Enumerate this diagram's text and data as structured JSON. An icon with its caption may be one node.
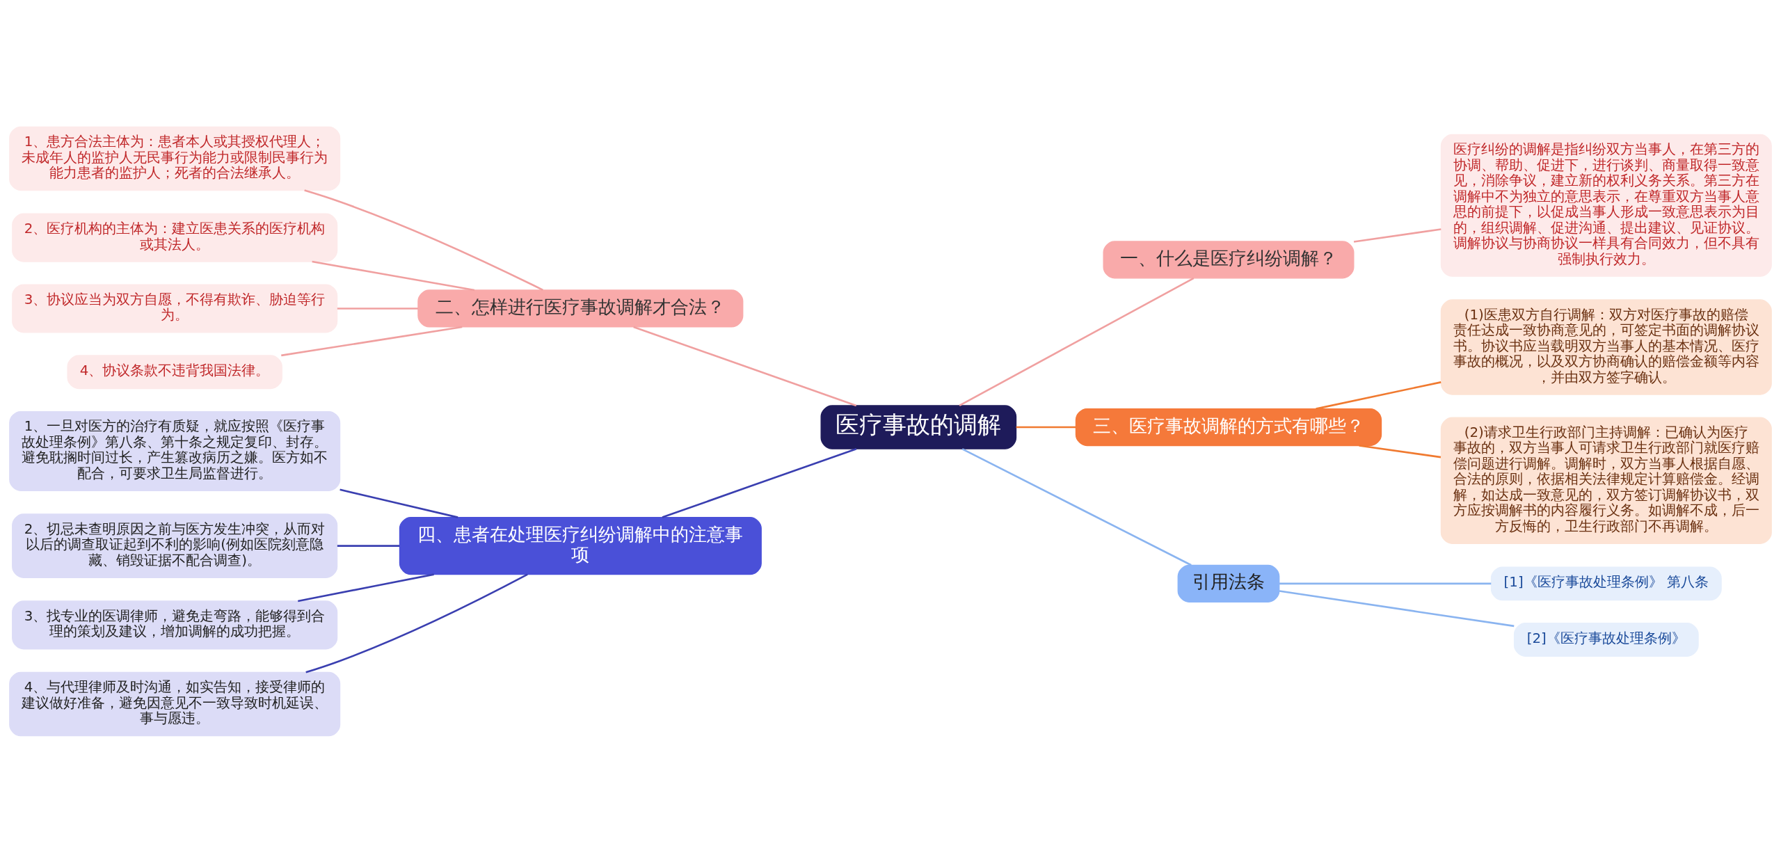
{
  "diagram": {
    "nodes": [
      {
        "text": [
          "医疗事故的调解"
        ]
      },
      {
        "text": [
          "一、什么是医疗纠纷调解？"
        ]
      },
      {
        "text": [
          "医疗纠纷的调解是指纠纷双方当事人，在第三方的协调、帮助、促进下，进行谈判、商量取得一致意见，消除争议，建立新的权利义务关系。第三方在调解中不为独立的意思表示，在尊重双方当事人意思的前提下，以促成当事人形成一致意思表示为目的，组织调解、促进沟通、提出建议、见证协议。调解协议与协商协议一样具有合同效力，但不具有强制执行效力。"
        ]
      },
      {
        "text": [
          "二、怎样进行医疗事故调解才合法？"
        ]
      },
      {
        "text": [
          "1、患方合法主体为：患者本人或其授权代理人；未成年人的监护人无民事行为能力或限制民事行为能力患者的监护人；死者的合法继承人。"
        ]
      },
      {
        "text": [
          "2、医疗机构的主体为：建立医患关系的医疗机构或其法人。"
        ]
      },
      {
        "text": [
          "3、协议应当为双方自愿，不得有欺诈、胁迫等行为。"
        ]
      },
      {
        "text": [
          "4、协议条款不违背我国法律。"
        ]
      },
      {
        "text": [
          "三、医疗事故调解的方式有哪些？"
        ]
      },
      {
        "text": [
          "(1)医患双方自行调解：双方对医疗事故的赔偿责任达成一致协商意见的，可签定书面的调解协议书。协议书应当载明双方当事人的基本情况、医疗事故的概况，以及双方协商确认的赔偿金额等内容，并由双方签字确认。"
        ]
      },
      {
        "text": [
          "(2)请求卫生行政部门主持调解：已确认为医疗事故的，双方当事人可请求卫生行政部门就医疗赔偿问题进行调解。调解时，双方当事人根据自愿、合法的原则，依据相关法律规定计算赔偿金。经调解，如达成一致意见的，双方签订调解协议书，双方应按调解书的内容履行义务。如调解不成，后一方反悔的，卫生行政部门不再调解。"
        ]
      },
      {
        "text": [
          "四、患者在处理医疗纠纷调解中的注意事项"
        ]
      },
      {
        "text": [
          "1、一旦对医方的治疗有质疑，就应按照《医疗事故处理条例》第八条、第十条之规定复印、封存。避免耽搁时间过长，产生篡改病历之嫌。医方如不配合，可要求卫生局监督进行。"
        ]
      },
      {
        "text": [
          "2、切忌未查明原因之前与医方发生冲突，从而对以后的调查取证起到不利的影响(例如医院刻意隐藏、销毁证据不配合调查)。"
        ]
      },
      {
        "text": [
          "3、找专业的医调律师，避免走弯路，能够得到合理的策划及建议，增加调解的成功把握。"
        ]
      },
      {
        "text": [
          "4、与代理律师及时沟通，如实告知，接受律师的建议做好准备，避免因意见不一致导致时机延误、事与愿违。"
        ]
      },
      {
        "text": [
          "引用法条"
        ]
      },
      {
        "text": [
          "[1]《医疗事故处理条例》 第八条"
        ]
      },
      {
        "text": [
          "[2]《医疗事故处理条例》"
        ]
      }
    ],
    "edges": [
      {
        "from": 0,
        "to": 1,
        "arrow": "none"
      },
      {
        "from": 1,
        "to": 2,
        "arrow": "none"
      },
      {
        "from": 0,
        "to": 3,
        "arrow": "none"
      },
      {
        "from": 3,
        "to": 4,
        "arrow": "none"
      },
      {
        "from": 3,
        "to": 5,
        "arrow": "none"
      },
      {
        "from": 3,
        "to": 6,
        "arrow": "none"
      },
      {
        "from": 3,
        "to": 7,
        "arrow": "none"
      },
      {
        "from": 0,
        "to": 8,
        "arrow": "none",
        "color": "#f07a30"
      },
      {
        "from": 8,
        "to": 9,
        "arrow": "none",
        "color": "#f07a30"
      },
      {
        "from": 8,
        "to": 10,
        "arrow": "none",
        "color": "#f07a30"
      },
      {
        "from": 0,
        "to": 11,
        "arrow": "none",
        "color": "#3a3fb0"
      },
      {
        "from": 11,
        "to": 12,
        "arrow": "none",
        "color": "#3a3fb0"
      },
      {
        "from": 11,
        "to": 13,
        "arrow": "none",
        "color": "#3a3fb0"
      },
      {
        "from": 11,
        "to": 14,
        "arrow": "none",
        "color": "#3a3fb0"
      },
      {
        "from": 11,
        "to": 15,
        "arrow": "none",
        "color": "#3a3fb0"
      },
      {
        "from": 0,
        "to": 16,
        "arrow": "none",
        "color": "#8ab4f0"
      },
      {
        "from": 16,
        "to": 17,
        "arrow": "none",
        "color": "#8ab4f0"
      },
      {
        "from": 16,
        "to": 18,
        "arrow": "none",
        "color": "#8ab4f0"
      }
    ]
  }
}
